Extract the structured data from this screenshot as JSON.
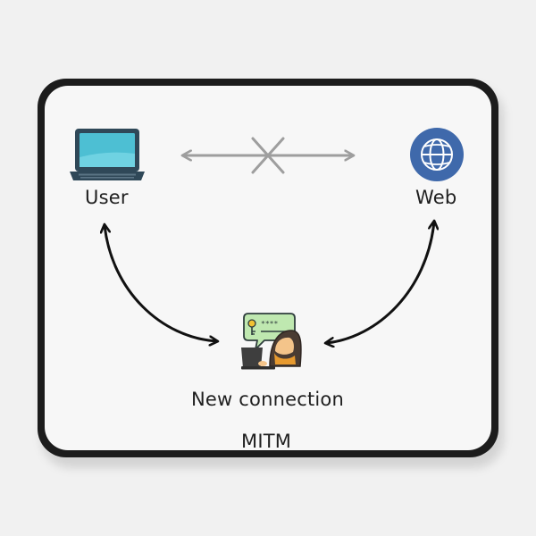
{
  "diagram": {
    "nodes": {
      "user": {
        "label": "User",
        "icon": "laptop-icon"
      },
      "web": {
        "label": "Web",
        "icon": "globe-icon"
      },
      "attacker": {
        "label": "New connection",
        "icon": "hacker-icon"
      }
    },
    "caption": "MITM",
    "edges": [
      {
        "from": "user",
        "to": "web",
        "style": "blocked",
        "color": "#9e9e9e"
      },
      {
        "from": "user",
        "to": "attacker",
        "style": "bidirectional",
        "color": "#111111"
      },
      {
        "from": "web",
        "to": "attacker",
        "style": "bidirectional",
        "color": "#111111"
      }
    ],
    "colors": {
      "mat_border": "#1c1c1c",
      "mat_surface": "#f7f7f7",
      "laptop_screen": "#4dbfd3",
      "globe": "#3f69ab",
      "bubble": "#bfe8b0"
    }
  }
}
